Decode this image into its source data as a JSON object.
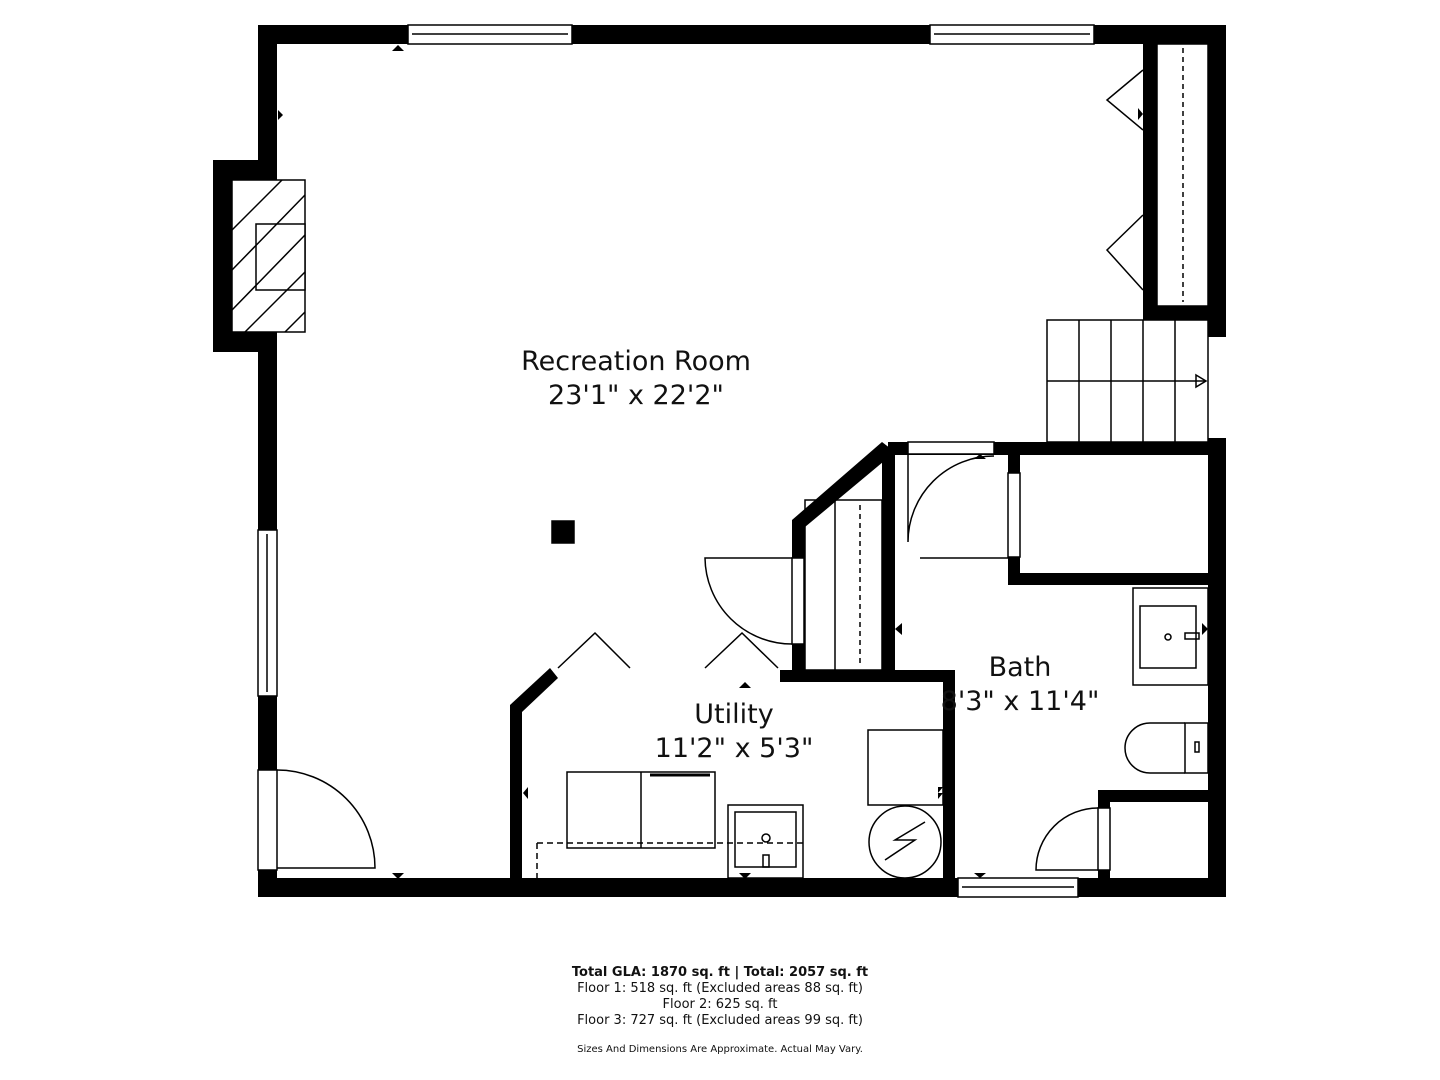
{
  "rooms": [
    {
      "name": "Recreation Room",
      "dimensions": "23'1\" x 22'2\""
    },
    {
      "name": "Utility",
      "dimensions": "11'2\" x 5'3\""
    },
    {
      "name": "Bath",
      "dimensions": "8'3\" x 11'4\""
    }
  ],
  "summary": {
    "total": "Total GLA: 1870 sq. ft | Total: 2057 sq. ft",
    "floors": [
      "Floor 1: 518 sq. ft (Excluded areas 88 sq. ft)",
      "Floor 2: 625 sq. ft",
      "Floor 3: 727 sq. ft (Excluded areas 99 sq. ft)"
    ],
    "disclaimer": "Sizes And Dimensions Are Approximate. Actual May Vary."
  },
  "colors": {
    "wall": "#000000",
    "background": "#ffffff"
  }
}
